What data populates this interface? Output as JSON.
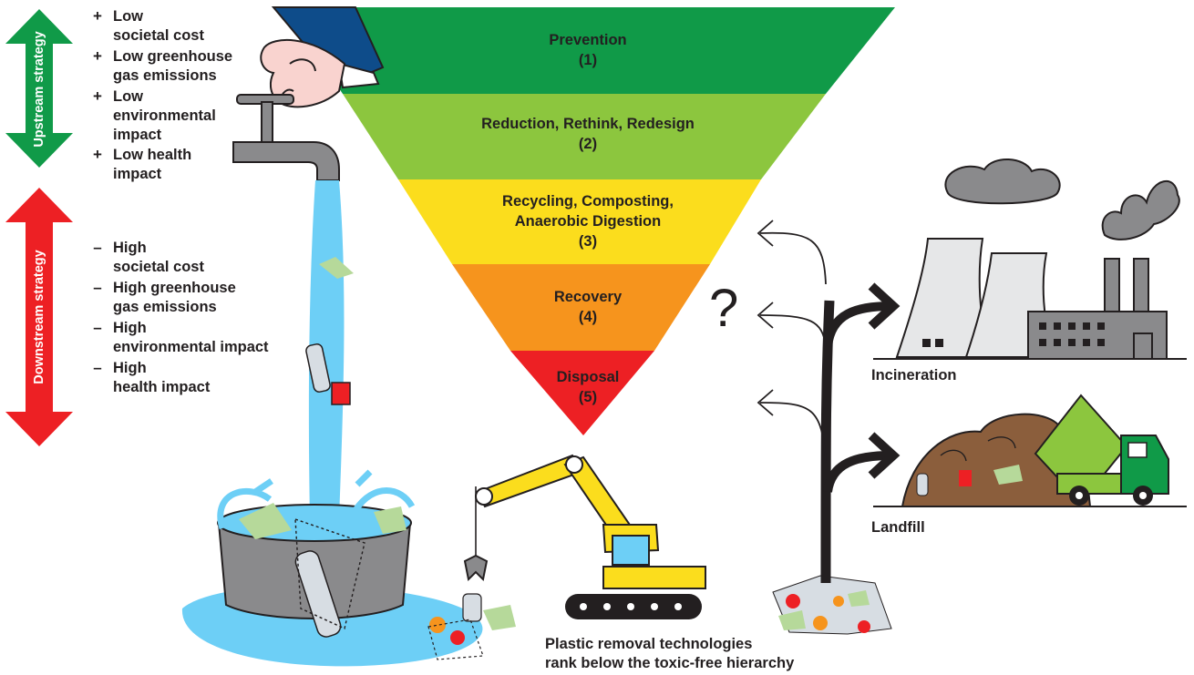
{
  "hierarchy": {
    "tiers": [
      {
        "name": "Prevention",
        "rank": "(1)",
        "color": "#109a48"
      },
      {
        "name": "Reduction, Rethink, Redesign",
        "rank": "(2)",
        "color": "#8cc63e"
      },
      {
        "name": "Recycling, Composting,",
        "name2": "Anaerobic Digestion",
        "rank": "(3)",
        "color": "#fbdd1d"
      },
      {
        "name": "Recovery",
        "rank": "(4)",
        "color": "#f6941d"
      },
      {
        "name": "Disposal",
        "rank": "(5)",
        "color": "#ed2024"
      }
    ]
  },
  "strategies": {
    "upstream": {
      "label": "Upstream strategy",
      "color": "#109a48",
      "symbol": "+",
      "items": [
        [
          "Low",
          "societal cost"
        ],
        [
          "Low greenhouse",
          "gas emissions"
        ],
        [
          "Low",
          "environmental",
          "impact"
        ],
        [
          "Low health",
          "impact"
        ]
      ]
    },
    "downstream": {
      "label": "Downstream strategy",
      "color": "#ed2024",
      "symbol": "–",
      "items": [
        [
          "High",
          "societal cost"
        ],
        [
          "High greenhouse",
          "gas emissions"
        ],
        [
          "High",
          "environmental impact"
        ],
        [
          "High",
          "health impact"
        ]
      ]
    }
  },
  "labels": {
    "incineration": "Incineration",
    "landfill": "Landfill",
    "question_mark": "?",
    "caption_line1": "Plastic removal technologies",
    "caption_line2": "rank below the toxic-free hierarchy"
  }
}
